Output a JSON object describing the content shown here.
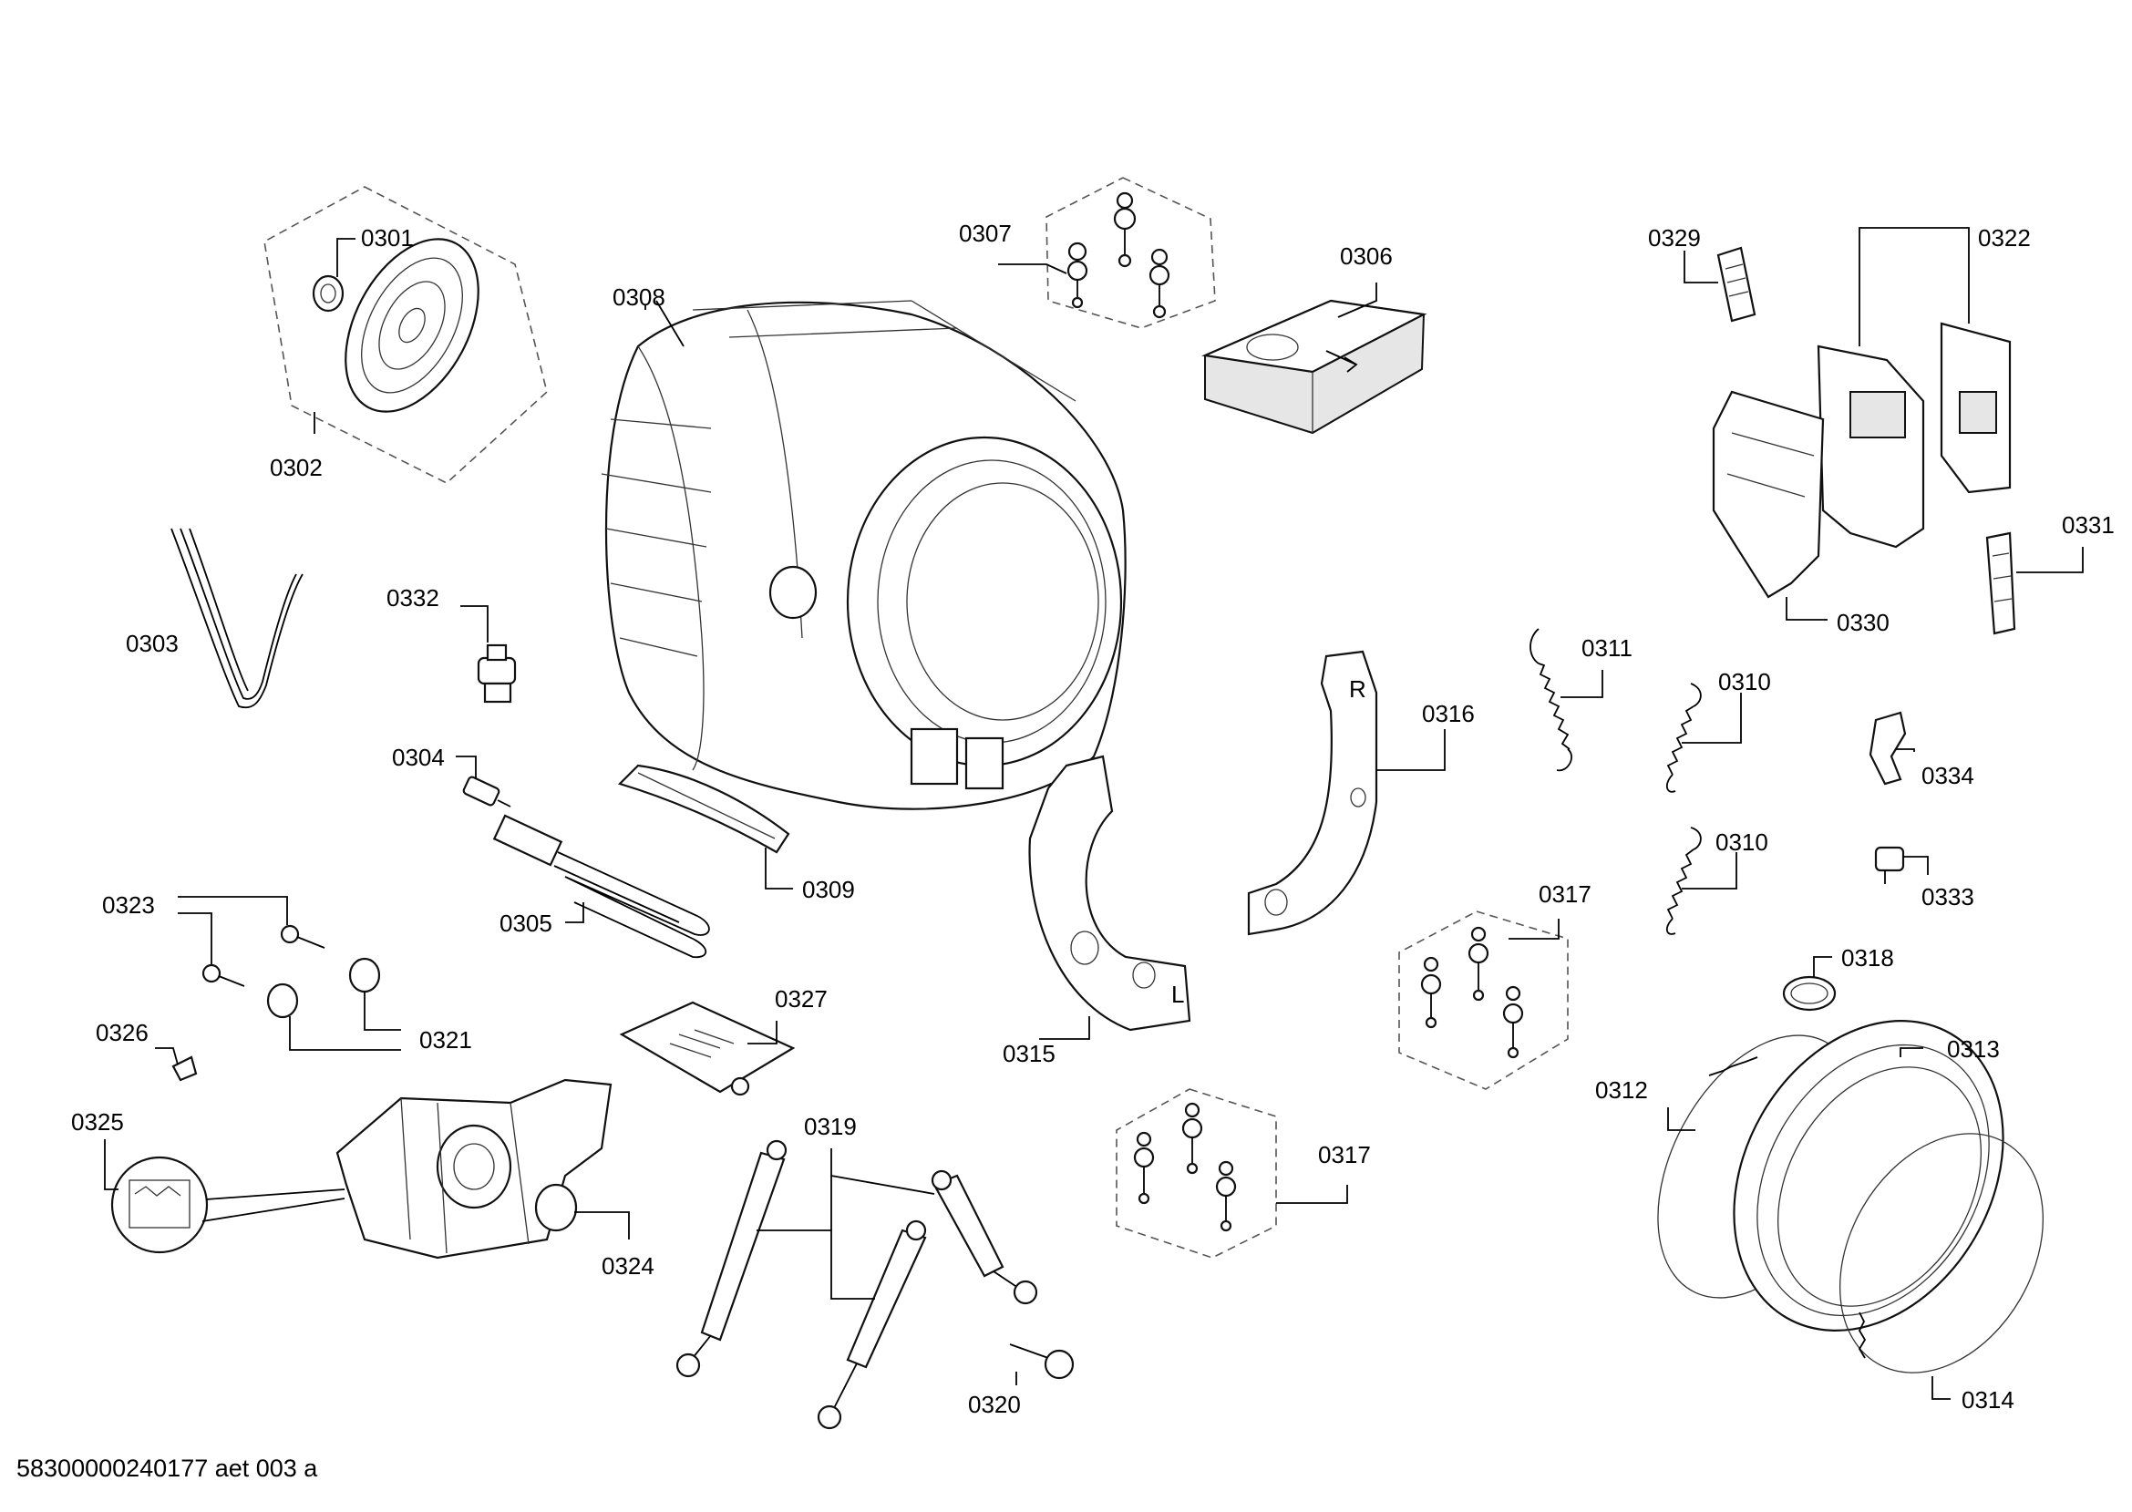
{
  "drawing_id": "58300000240177 aet 003 a",
  "labels": {
    "p0301": "0301",
    "p0302": "0302",
    "p0303": "0303",
    "p0304": "0304",
    "p0305": "0305",
    "p0306": "0306",
    "p0307": "0307",
    "p0308": "0308",
    "p0309": "0309",
    "p0310a": "0310",
    "p0310b": "0310",
    "p0311": "0311",
    "p0312": "0312",
    "p0313": "0313",
    "p0314": "0314",
    "p0315": "0315",
    "p0316": "0316",
    "p0317a": "0317",
    "p0317b": "0317",
    "p0318": "0318",
    "p0319": "0319",
    "p0320": "0320",
    "p0321": "0321",
    "p0322": "0322",
    "p0323": "0323",
    "p0324": "0324",
    "p0325": "0325",
    "p0326": "0326",
    "p0327": "0327",
    "p0329": "0329",
    "p0330": "0330",
    "p0331": "0331",
    "p0332": "0332",
    "p0333": "0333",
    "p0334": "0334"
  },
  "markings": {
    "bracket_right": "R",
    "bracket_left": "L"
  }
}
